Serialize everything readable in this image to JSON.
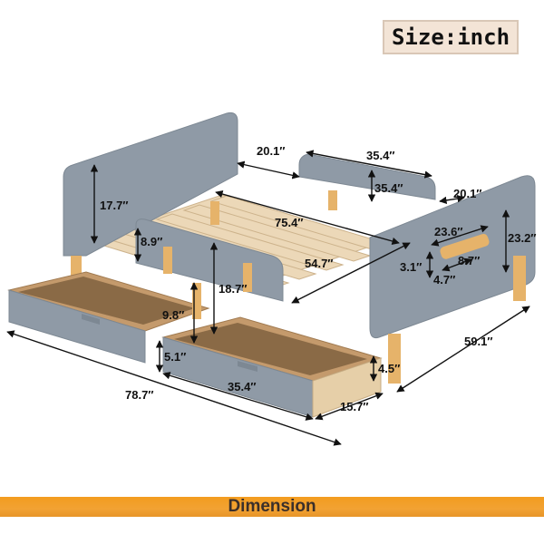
{
  "size_label": "Size:inch",
  "footer_label": "Dimension",
  "colors": {
    "panel": "#8f9aa6",
    "wood": "#e8cfa6",
    "post": "#e6b36a",
    "banner": "#f39c1f"
  },
  "dimensions": {
    "footboard_width": "20.1″",
    "side_rail_length": "35.4″",
    "side_rail_height": "35.4″",
    "side_rail_gap": "20.1″",
    "headboard_height": "17.7″",
    "slat_length": "75.4″",
    "guard_height": "8.9″",
    "inner_width": "54.7″",
    "leg_height": "18.7″",
    "right_panel_width": "23.6″",
    "right_panel_height": "23.2″",
    "handle_height": "3.1″",
    "handle_width": "8.7″",
    "handle_depth": "4.7″",
    "drawer_height_left": "9.8″",
    "drawer_inner_height": "5.1″",
    "drawer_length": "35.4″",
    "drawer_leg": "4.5″",
    "drawer_depth": "15.7″",
    "overall_width": "59.1″",
    "overall_length": "78.7″"
  }
}
